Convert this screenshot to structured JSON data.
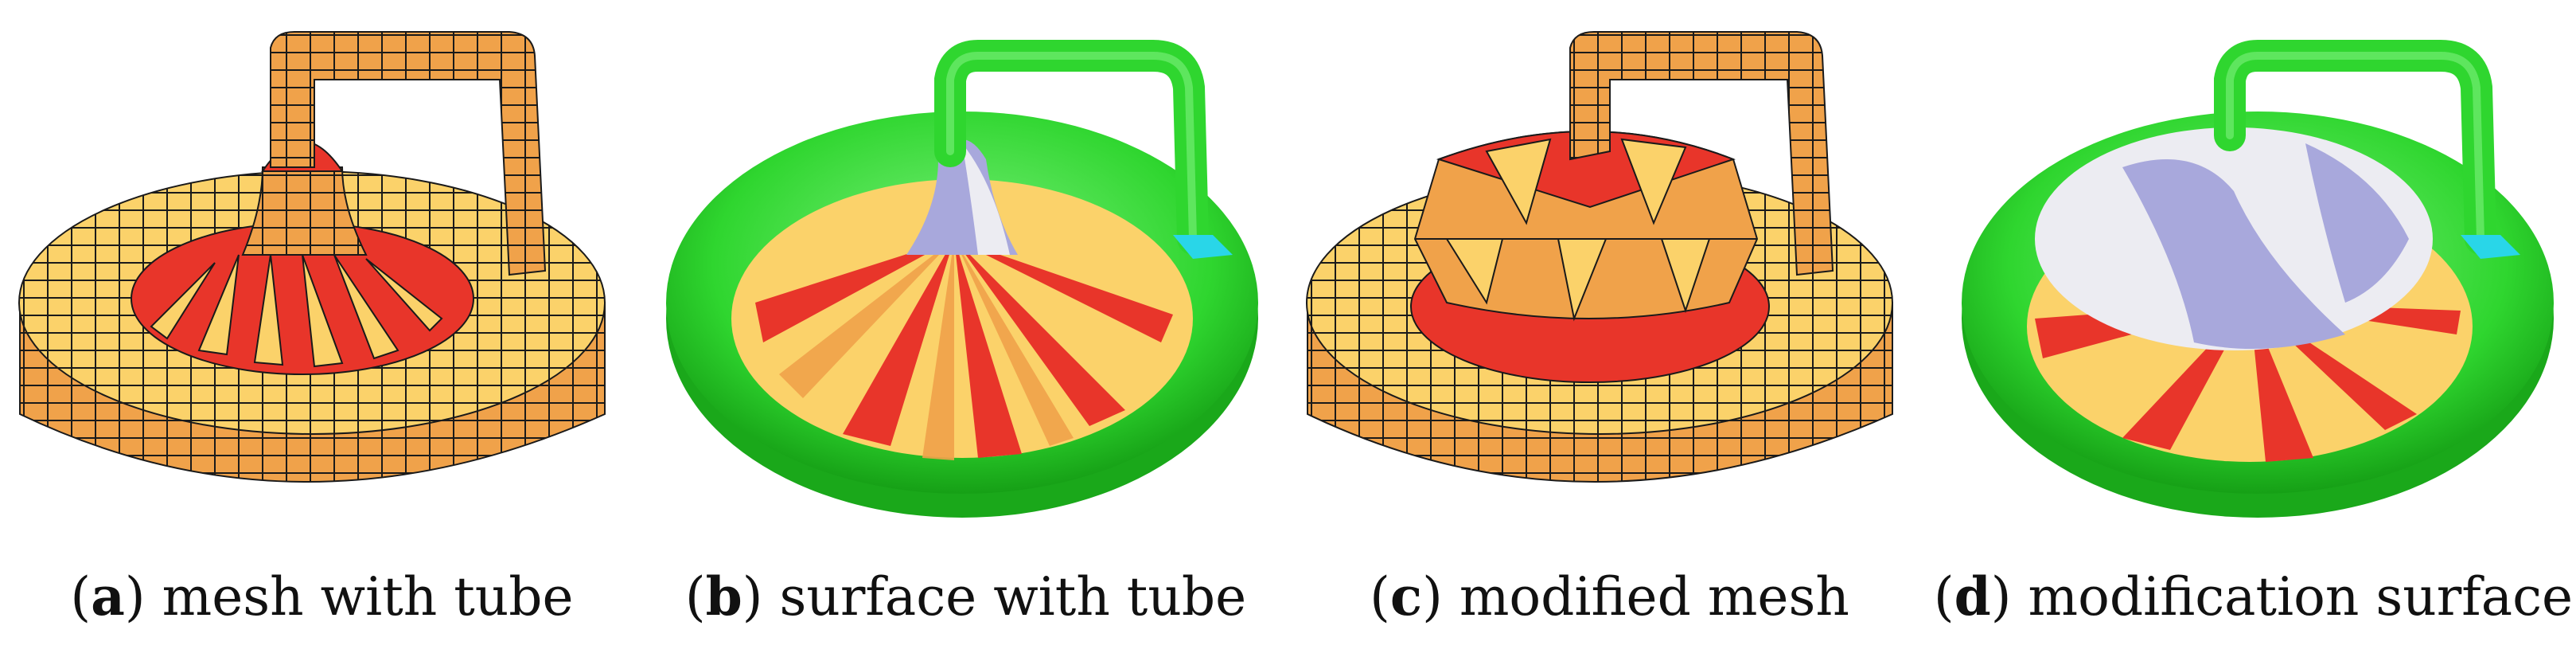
{
  "figure": {
    "panels": [
      {
        "label": "a",
        "caption": "mesh with tube"
      },
      {
        "label": "b",
        "caption": "surface with tube"
      },
      {
        "label": "c",
        "caption": "modified mesh"
      },
      {
        "label": "d",
        "caption": "modification surface"
      }
    ]
  },
  "colors": {
    "mesh_light": "#fbd26a",
    "mesh_orange": "#f0a24a",
    "mesh_red": "#e8352a",
    "surface_green": "#2fd62f",
    "surface_lavender": "#a8a8dc",
    "surface_white": "#ececf2",
    "surface_cyan": "#29d6e8",
    "edge": "#1a1a1a"
  }
}
